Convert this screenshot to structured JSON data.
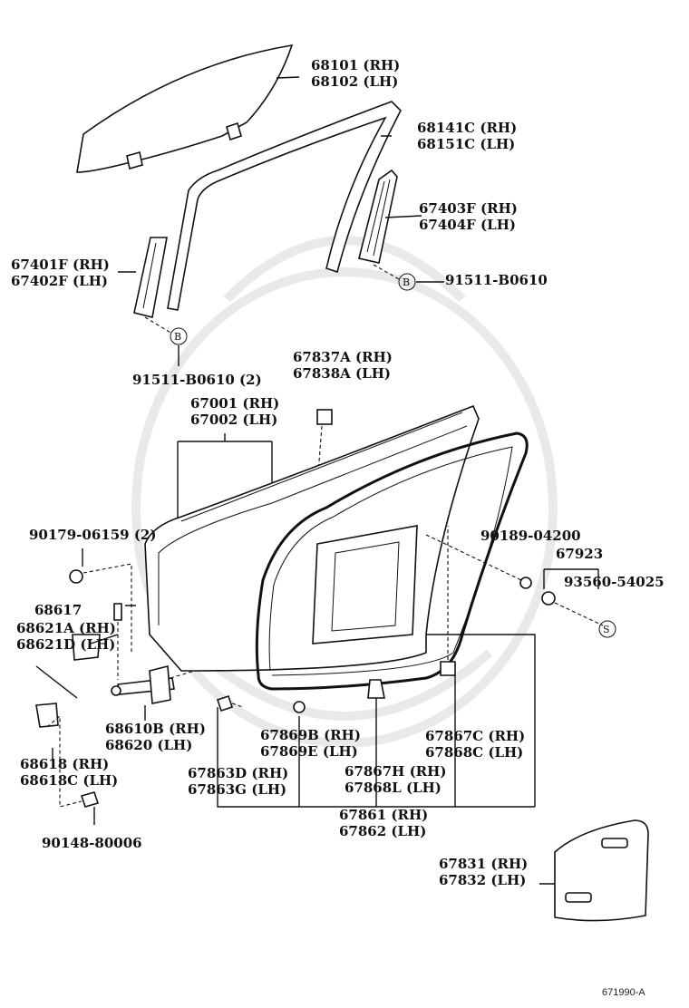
{
  "labels": {
    "l68101": [
      "68101 (RH)",
      "68102 (LH)"
    ],
    "l68141": [
      "68141C (RH)",
      "68151C (LH)"
    ],
    "l67403": [
      "67403F (RH)",
      "67404F (LH)"
    ],
    "l67401": [
      "67401F (RH)",
      "67402F (LH)"
    ],
    "l91511a": "91511-B0610",
    "l91511b": "91511-B0610 (2)",
    "l67837": [
      "67837A (RH)",
      "67838A (LH)"
    ],
    "l67001": [
      "67001 (RH)",
      "67002 (LH)"
    ],
    "l90179": "90179-06159 (2)",
    "l90189": "90189-04200",
    "l67923": "67923",
    "l93560": "93560-54025",
    "l68617": "68617",
    "l68621": [
      "68621A (RH)",
      "68621D (LH)"
    ],
    "l68610": [
      "68610B (RH)",
      "68620 (LH)"
    ],
    "l67869": [
      "67869B (RH)",
      "67869E (LH)"
    ],
    "l67867c": [
      "67867C (RH)",
      "67868C (LH)"
    ],
    "l68618": [
      "68618 (RH)",
      "68618C (LH)"
    ],
    "l67863": [
      "67863D (RH)",
      "67863G (LH)"
    ],
    "l67867h": [
      "67867H (RH)",
      "67868L (LH)"
    ],
    "l67861": [
      "67861 (RH)",
      "67862 (LH)"
    ],
    "l90148": "90148-80006",
    "l67831": [
      "67831 (RH)",
      "67832 (LH)"
    ]
  },
  "callouts": {
    "B": "B",
    "S": "S"
  },
  "reference": "671990-A"
}
